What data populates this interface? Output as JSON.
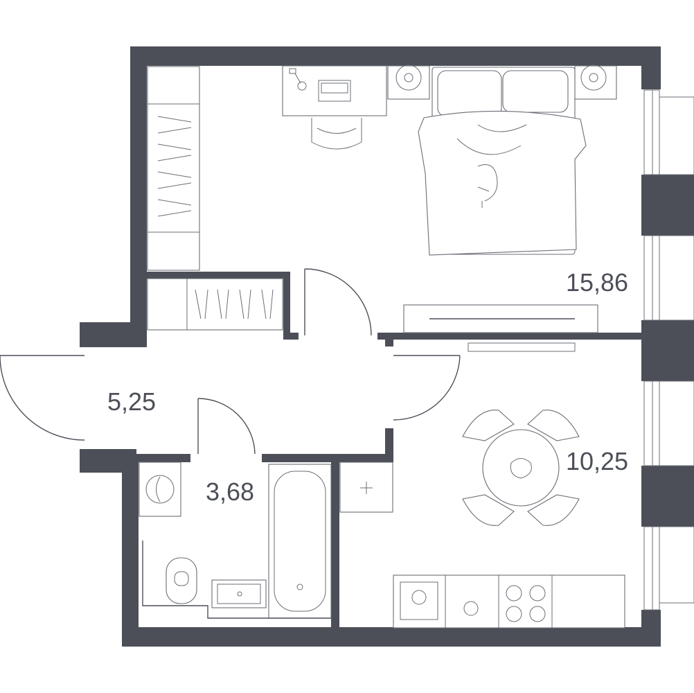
{
  "rooms": [
    {
      "id": "bedroom",
      "area": "15,86"
    },
    {
      "id": "hallway",
      "area": "5,25"
    },
    {
      "id": "bathroom",
      "area": "3,68"
    },
    {
      "id": "kitchen",
      "area": "10,25"
    }
  ],
  "colors": {
    "wall": "#4c4f58",
    "line": "#6a6d75",
    "background": "#ffffff"
  }
}
